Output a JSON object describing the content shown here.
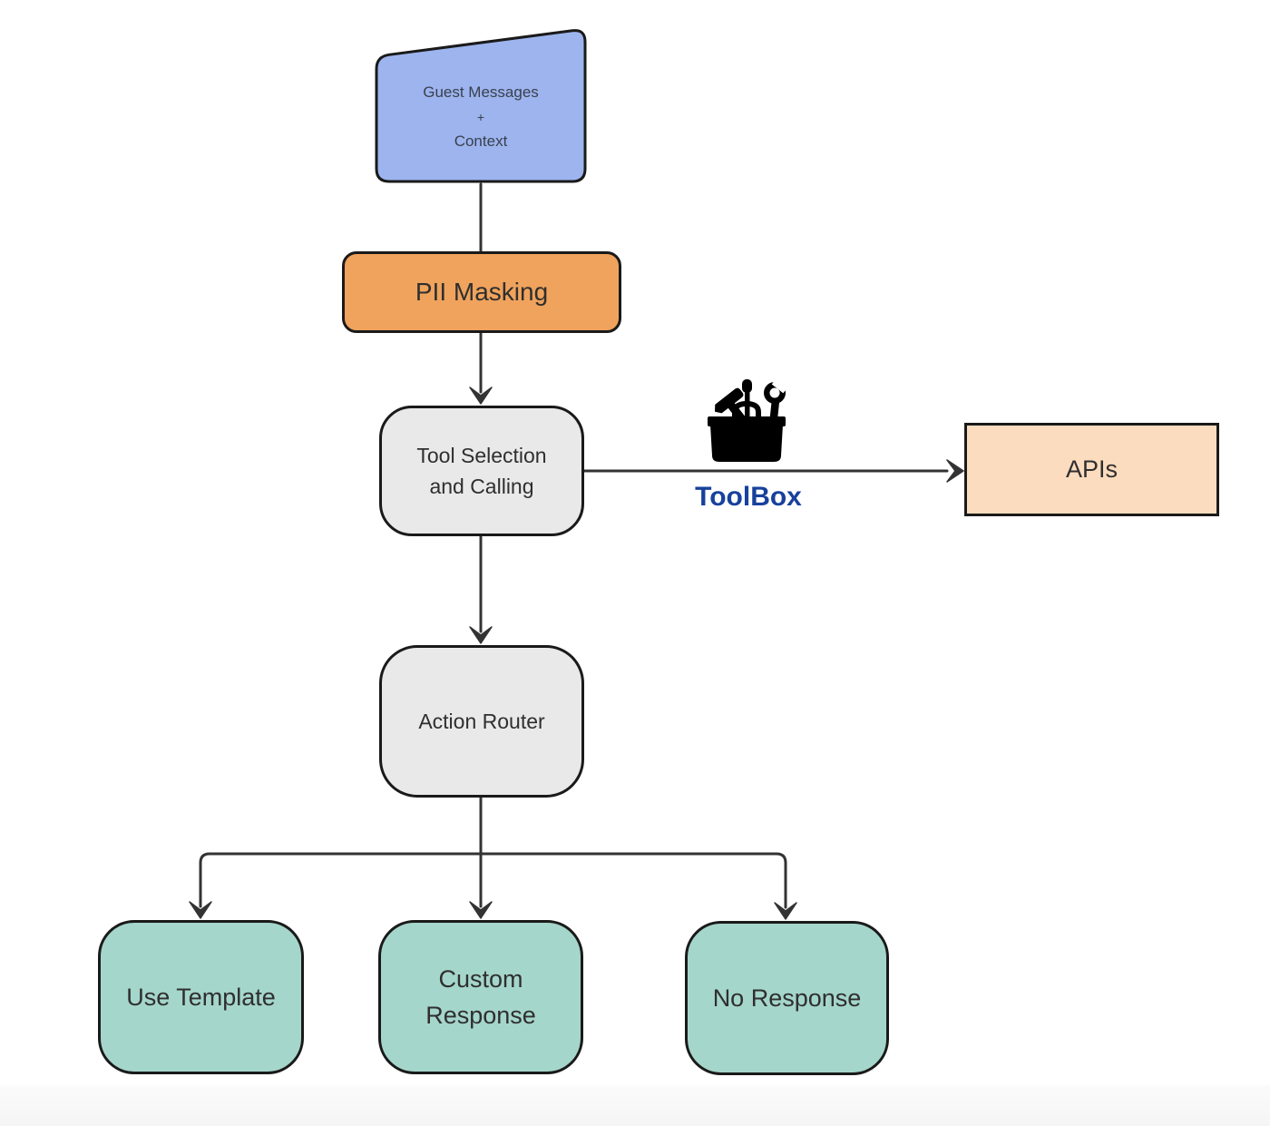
{
  "nodes": {
    "guest_messages": {
      "line1": "Guest Messages",
      "line2": "+",
      "line3": "Context"
    },
    "pii_masking": {
      "label": "PII Masking"
    },
    "tool_selection": {
      "label": "Tool Selection\nand Calling"
    },
    "apis": {
      "label": "APIs"
    },
    "action_router": {
      "label": "Action Router"
    },
    "use_template": {
      "label": "Use Template"
    },
    "custom_response": {
      "label": "Custom\nResponse"
    },
    "no_response": {
      "label": "No Response"
    }
  },
  "edge_labels": {
    "toolbox": "ToolBox"
  },
  "icons": {
    "toolbox": "toolbox-icon"
  },
  "colors": {
    "node_border": "#1a1a1a",
    "connector": "#333333",
    "guest_fill": "#9db4ee",
    "pii_fill": "#f0a35c",
    "gray_fill": "#e9e9e9",
    "apis_fill": "#fcdcbe",
    "outcome_fill": "#a5d6cb",
    "toolbox_label": "#17419c",
    "footer_strip": "#f5f5f5"
  }
}
